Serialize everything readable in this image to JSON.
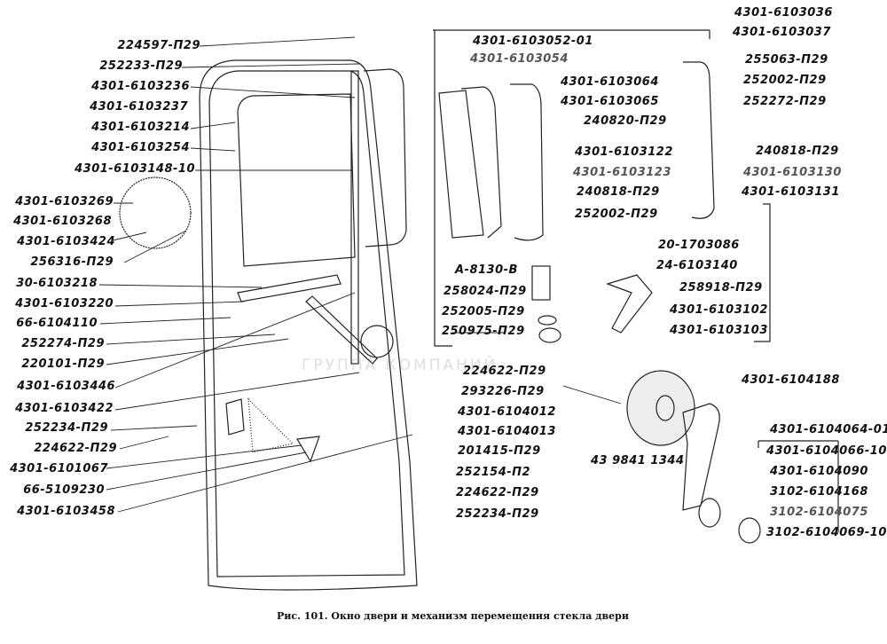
{
  "figure": {
    "caption": "Рис. 101. Окно двери и механизм перемещения стекла двери",
    "watermark": "ГРУППА КОМПАНИЙ"
  },
  "labels_left": [
    "224597-П29",
    "252233-П29",
    "4301-6103236",
    "4301-6103237",
    "4301-6103214",
    "4301-6103254",
    "4301-6103148-10",
    "4301-6103269",
    "4301-6103268",
    "4301-6103424",
    "256316-П29",
    "30-6103218",
    "4301-6103220",
    "66-6104110",
    "252274-П29",
    "220101-П29",
    "4301-6103446",
    "4301-6103422",
    "252234-П29",
    "224622-П29",
    "4301-6101067",
    "66-5109230",
    "4301-6103458"
  ],
  "labels_top_center": [
    "4301-6103052-01",
    "4301-6103054",
    "4301-6103064",
    "4301-6103065",
    "240820-П29"
  ],
  "labels_top_right": [
    "4301-6103036",
    "4301-6103037",
    "255063-П29",
    "252002-П29",
    "252272-П29",
    "240818-П29",
    "4301-6103130",
    "4301-6103131"
  ],
  "labels_mid": [
    "4301-6103122",
    "4301-6103123",
    "240818-П29",
    "252002-П29",
    "20-1703086",
    "24-6103140",
    "258918-П29",
    "4301-6103102",
    "4301-6103103",
    "А-8130-В",
    "258024-П29",
    "252005-П29",
    "250975-П29"
  ],
  "labels_lower_center": [
    "224622-П29",
    "293226-П29",
    "4301-6104012",
    "4301-6104013",
    "201415-П29",
    "252154-П2",
    "224622-П29",
    "252234-П29"
  ],
  "labels_handle": [
    "4301-6104188",
    "4301-6104064-01",
    "4301-6104066-10",
    "43 9841 1344",
    "4301-6104090",
    "3102-6104168",
    "3102-6104075",
    "3102-6104069-10"
  ]
}
